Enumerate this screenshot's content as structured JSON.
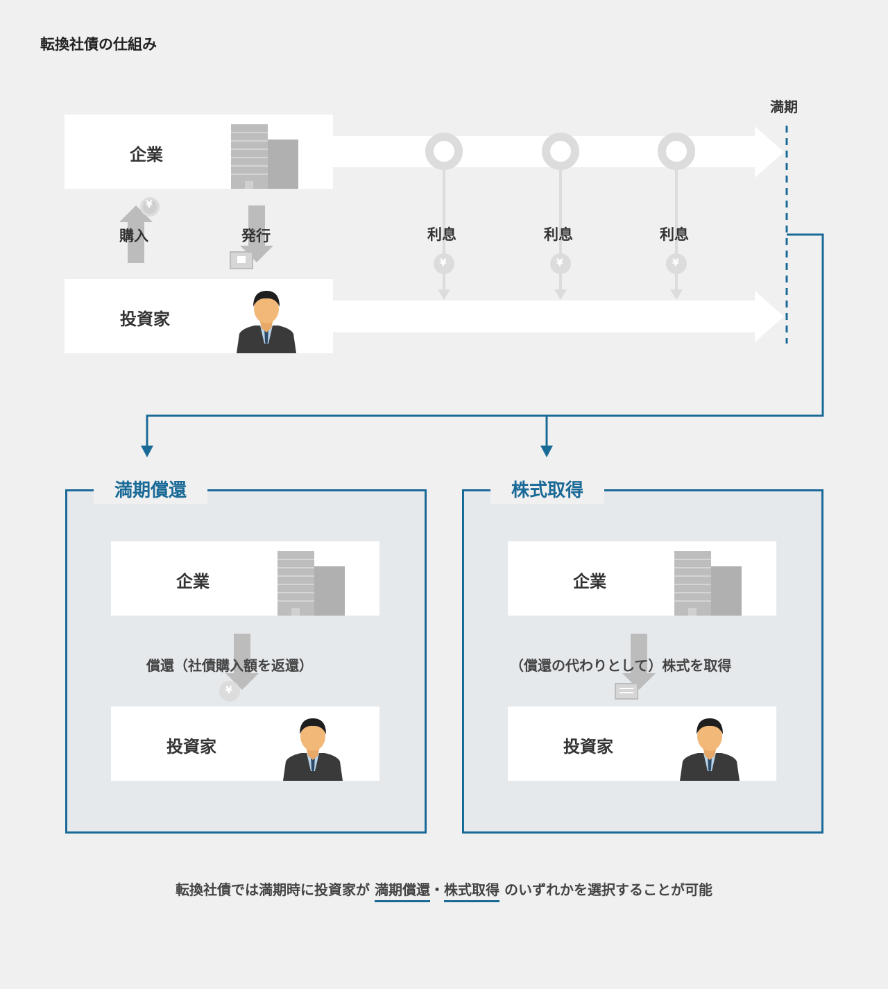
{
  "title": "転換社債の仕組み",
  "maturity_label": "満期",
  "top": {
    "company_label": "企業",
    "investor_label": "投資家",
    "purchase_label": "購入",
    "issue_label": "発行",
    "interest_labels": [
      "利息",
      "利息",
      "利息"
    ],
    "yen_symbol": "¥"
  },
  "panels": {
    "redemption": {
      "title": "満期償還",
      "company_label": "企業",
      "investor_label": "投資家",
      "flow_label": "償還（社債購入額を返還）"
    },
    "stock": {
      "title": "株式取得",
      "company_label": "企業",
      "investor_label": "投資家",
      "flow_label": "（償還の代わりとして）株式を取得"
    }
  },
  "footer": {
    "prefix": "転換社債では満期時に投資家が",
    "highlight1": "満期償還",
    "separator": "・",
    "highlight2": "株式取得",
    "suffix": "のいずれかを選択することが可能"
  },
  "colors": {
    "accent": "#1a6a97",
    "background": "#f0f0f0",
    "panel_bg": "#e6e9ec",
    "gray": "#bcbcbc"
  }
}
